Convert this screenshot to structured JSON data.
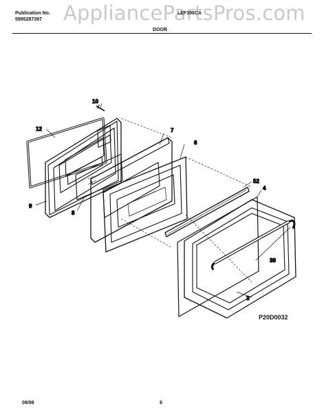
{
  "header": {
    "publication_label": "Publication No.",
    "publication_number": "5995287397",
    "watermark": "AppliancePartsPros.com",
    "model": "LEF398CA",
    "section_title": "DOOR"
  },
  "callouts": [
    "10",
    "12",
    "7",
    "6",
    "9",
    "8",
    "52",
    "4",
    "39",
    "3"
  ],
  "diagram_code": "P20D0032",
  "footer": {
    "date": "08/98",
    "page": "8"
  }
}
